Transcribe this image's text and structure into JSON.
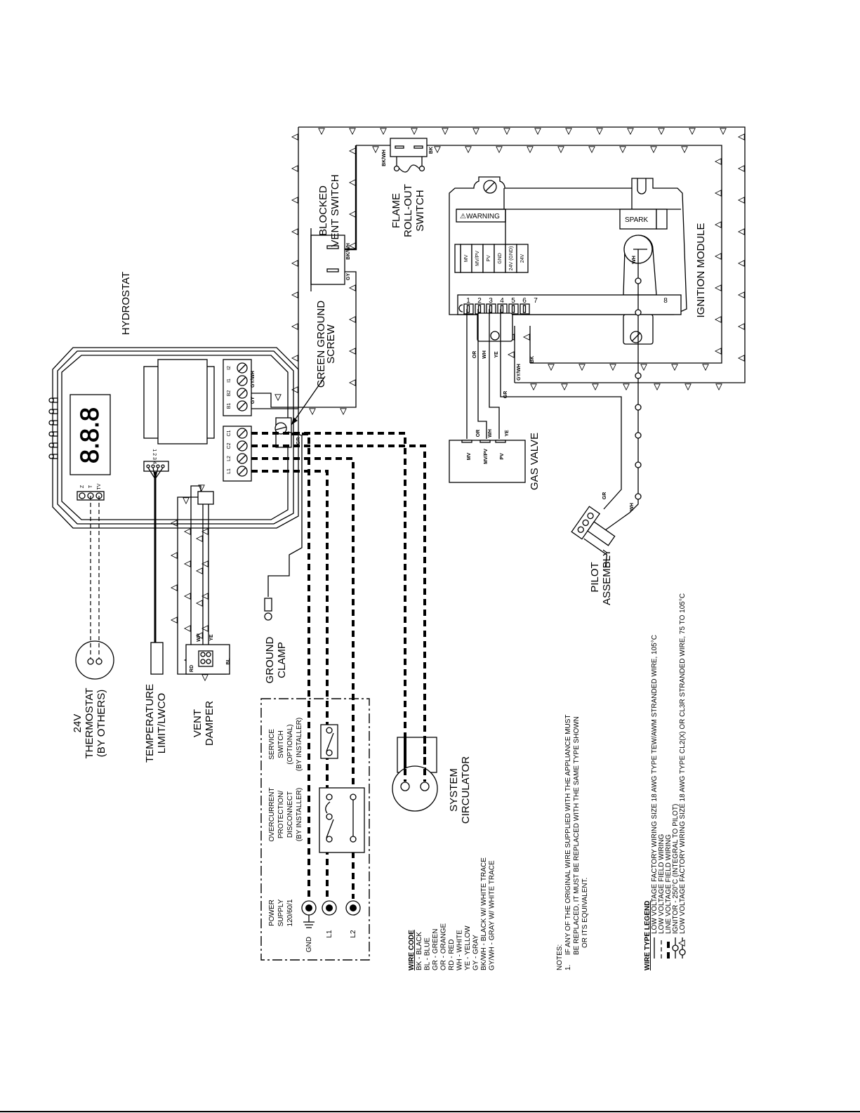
{
  "components": {
    "hydrostat": "HYDROSTAT",
    "blocked_vent_switch": [
      "BLOCKED",
      "VENT SWITCH"
    ],
    "flame_rollout_switch": [
      "FLAME",
      "ROLL-OUT",
      "SWITCH"
    ],
    "ignition_module": "IGNITION MODULE",
    "green_ground_screw": [
      "GREEN GROUND",
      "SCREW"
    ],
    "gas_valve": "GAS VALVE",
    "pilot_assembly": [
      "PILOT",
      "ASSEMBLY"
    ],
    "thermostat": [
      "24V",
      "THERMOSTAT",
      "(BY OTHERS)"
    ],
    "temperature_limit": [
      "TEMPERATURE",
      "LIMIT/LWCO"
    ],
    "vent_damper": [
      "VENT",
      "DAMPER"
    ],
    "ground_clamp": [
      "GROUND",
      "CLAMP"
    ],
    "system_circulator": [
      "SYSTEM",
      "CIRCULATOR"
    ],
    "service_switch": [
      "SERVICE",
      "SWITCH",
      "(OPTIONAL)",
      "(BY INSTALLER)"
    ],
    "overcurrent": [
      "OVERCURRENT",
      "PROTECTION/",
      "DISCONNECT",
      "(BY INSTALLER)"
    ],
    "power_supply": [
      "POWER",
      "SUPPLY",
      "120/60/1"
    ],
    "power_terminals": [
      "GND",
      "L1",
      "L2"
    ]
  },
  "ignition_module": {
    "warning_label": "⚠WARNING",
    "spark_label": "SPARK",
    "top_terminals": [
      "MV",
      "MV/PV",
      "PV",
      "GND",
      "24V (GND)",
      "24V"
    ],
    "pin_numbers": [
      "1",
      "2",
      "3",
      "4",
      "5",
      "6",
      "7",
      "8"
    ],
    "spark_wire": "WH"
  },
  "hydrostat": {
    "display": "8.8.8",
    "terminals_top": [
      "B1",
      "B2",
      "I1",
      "I2"
    ],
    "terminals_bottom": [
      "C1",
      "C2",
      "L2",
      "L1"
    ],
    "thermostat_terminals": [
      "Z",
      "T",
      "TV"
    ],
    "sensor_pins": "1 2 3 4"
  },
  "gas_valve_terminals": [
    "MV",
    "MV/PV",
    "PV"
  ],
  "wire_labels": {
    "bk_wh": "BK/WH",
    "bk": "BK",
    "gy": "GY",
    "gy_wh": "GY/WH",
    "gr": "GR",
    "or": "OR",
    "wh": "WH",
    "ye": "YE",
    "rd": "RD",
    "bl": "BL"
  },
  "wire_code": {
    "title": "WIRE CODE",
    "items": [
      "BK - BLACK",
      "BL - BLUE",
      "GR - GREEN",
      "OR - ORANGE",
      "RD - RED",
      "WH - WHITE",
      "YE - YELLOW",
      "GY - GRAY",
      "BK/WH - BLACK W/ WHITE TRACE",
      "GY/WH - GRAY W/ WHITE TRACE"
    ]
  },
  "notes": {
    "title": "NOTES:",
    "number": "1.",
    "lines": [
      "IF ANY OF THE ORIGINAL WIRE SUPPLIED WITH THE APPLIANCE MUST",
      "BE REPLACED, IT MUST BE REPLACED WITH THE SAME TYPE SHOWN",
      "OR ITS EQUIVALENT."
    ]
  },
  "wire_legend": {
    "title": "WIRE TYPE LEGEND",
    "items": [
      "LOW VOLTAGE FACTORY WIRING SIZE 18 AWG TYPE TEW/AWM STRANDED WIRE, 105°C",
      "LOW VOLTAGE FIELD WIRING",
      "LINE VOLTAGE FIELD WIRING",
      "IGNITOR - 250°C (INTEGRAL TO PILOT)",
      "LOW VOLTAGE FACTORY WIRING SIZE 18 AWG TYPE CL2(X) OR CL3R STRANDED WIRE, 75 TO 105°C"
    ]
  }
}
